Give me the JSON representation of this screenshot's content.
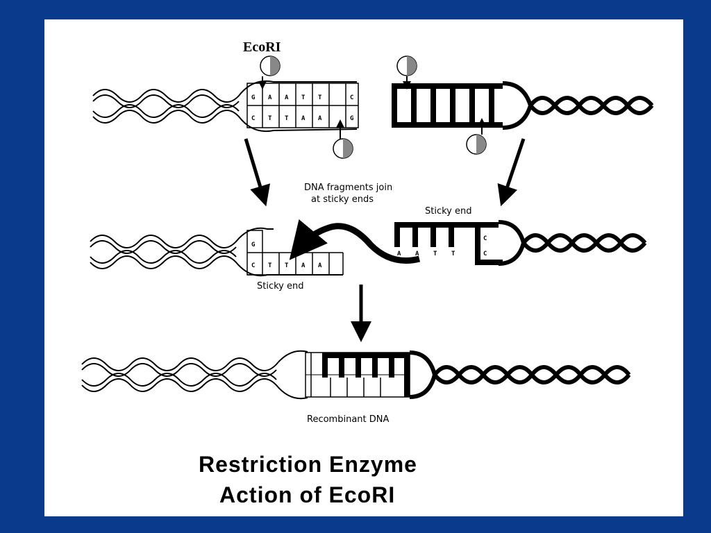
{
  "enzyme_label": "EcoRI",
  "join_caption_line1": "DNA fragments join",
  "join_caption_line2": "at sticky ends",
  "sticky_end_right": "Sticky end",
  "sticky_end_left": "Sticky end",
  "recombinant_label": "Recombinant DNA",
  "top_left_bases_upper": [
    "G",
    "A",
    "A",
    "T",
    "T",
    "C"
  ],
  "top_left_bases_lower": [
    "C",
    "T",
    "T",
    "A",
    "A",
    "G"
  ],
  "mid_left_bases_upper": [
    "G"
  ],
  "mid_left_bases_lower": [
    "C",
    "T",
    "T",
    "A",
    "A"
  ],
  "mid_right_bases": [
    "A",
    "A",
    "T",
    "T",
    "C",
    "C"
  ],
  "title_line1": "Restriction Enzyme",
  "title_line2": "Action of EcoRI",
  "colors": {
    "background": "#0a3a8c",
    "panel": "#ffffff",
    "ink": "#000000"
  }
}
